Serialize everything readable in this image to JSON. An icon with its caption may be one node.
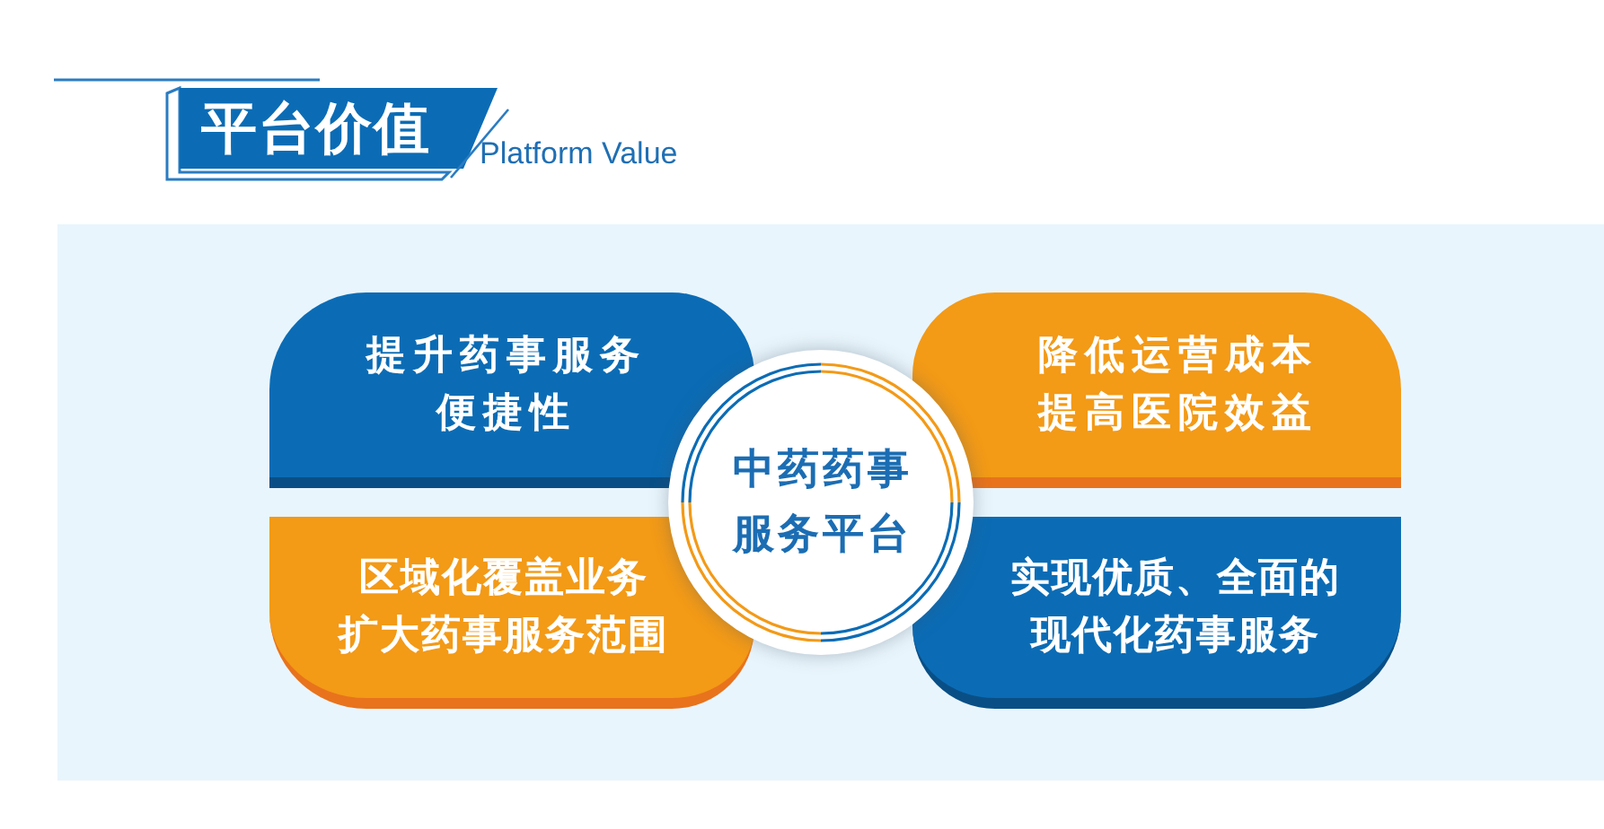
{
  "diagram": {
    "title": "平台价值",
    "nodes": [
      {
        "text": [
          "提升药事服务便捷性"
        ]
      },
      {
        "text": [
          "降低运营成本提高医院效益"
        ]
      },
      {
        "text": [
          "中药药事服务平台"
        ]
      },
      {
        "text": [
          "区域化覆盖业务扩大药事服务范围"
        ]
      },
      {
        "text": [
          "实现优质、全面的现代化药事服务"
        ]
      }
    ],
    "labels": [
      "Platform Value"
    ]
  }
}
